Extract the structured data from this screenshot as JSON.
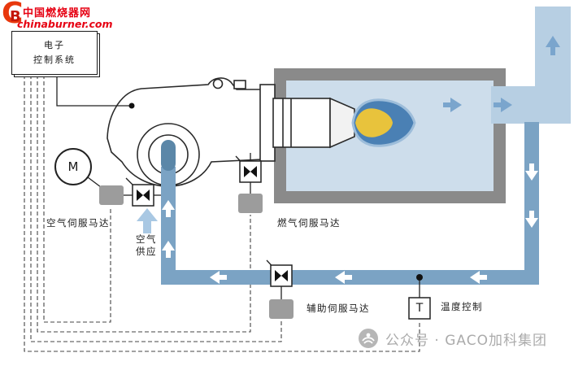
{
  "logo": {
    "mark_c": "C",
    "mark_b": "B",
    "title": "中国燃烧器网",
    "url": "chinaburner.com"
  },
  "control_system": {
    "line1": "电子",
    "line2": "控制系统"
  },
  "motor": {
    "label": "M"
  },
  "temperature": {
    "symbol": "T",
    "label": "温度控制"
  },
  "labels": {
    "air_servo": "空气伺服马达",
    "air_supply_line1": "空气",
    "air_supply_line2": "供应",
    "gas_servo": "燃气伺服马达",
    "aux_servo": "辅助伺服马达"
  },
  "watermark": {
    "text": "公众号 · GACO加科集团"
  },
  "colors": {
    "accent_red": "#e60012",
    "pipe_blue": "#7ba3c4",
    "pipe_dark_blue": "#5b87a8",
    "duct_blue": "#b7cfe3",
    "chamber_inner": "#cdddeb",
    "chamber_frame": "#8a8a8a",
    "flame_blue": "#4a80b4",
    "flame_yellow": "#e8c33c",
    "servo_gray": "#9c9c9c",
    "watermark_gray": "#ababab"
  }
}
